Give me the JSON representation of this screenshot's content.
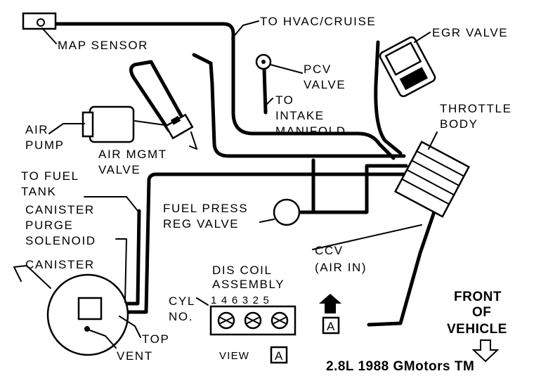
{
  "labels": {
    "map_sensor": "MAP SENSOR",
    "to_hvac_cruise": "TO HVAC/CRUISE",
    "egr_valve": "EGR VALVE",
    "pcv_valve_1": "PCV",
    "pcv_valve_2": "VALVE",
    "to_intake_1": "TO",
    "to_intake_2": "INTAKE",
    "to_intake_3": "MANIFOLD",
    "throttle_body_1": "THROTTLE",
    "throttle_body_2": "BODY",
    "air_pump_1": "AIR",
    "air_pump_2": "PUMP",
    "air_mgmt_1": "AIR MGMT",
    "air_mgmt_2": "VALVE",
    "to_fuel_tank_1": "TO FUEL",
    "to_fuel_tank_2": "TANK",
    "canister_purge_1": "CANISTER",
    "canister_purge_2": "PURGE",
    "canister_purge_3": "SOLENOID",
    "canister": "CANISTER",
    "fuel_press_1": "FUEL PRESS",
    "fuel_press_2": "REG VALVE",
    "ccv_1": "CCV",
    "ccv_2": "(AIR IN)",
    "dis_coil_1": "DIS COIL",
    "dis_coil_2": "ASSEMBLY",
    "cyl_no_1": "CYL",
    "cyl_no_2": "NO.",
    "cylinder_numbers": "1 4 6 3 2 5",
    "top": "TOP",
    "vent": "VENT",
    "view_label": "VIEW",
    "view_letter": "A",
    "arrow_letter": "A",
    "front_of_vehicle_1": "FRONT",
    "front_of_vehicle_2": "OF",
    "front_of_vehicle_3": "VEHICLE",
    "caption": "2.8L 1988  GMotors TM"
  }
}
